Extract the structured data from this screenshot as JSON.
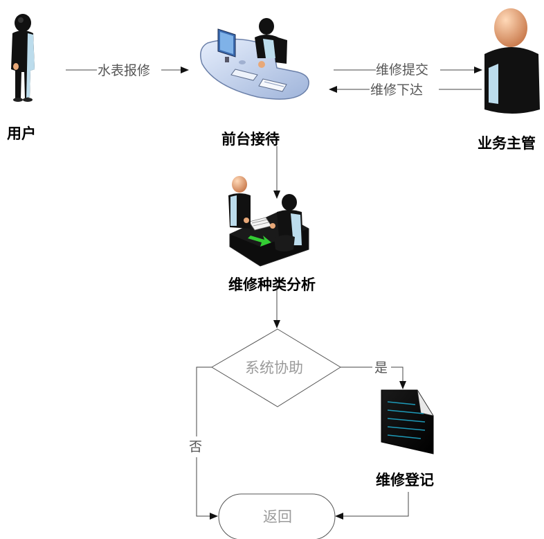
{
  "nodes": {
    "user": {
      "label": "用户"
    },
    "reception": {
      "label": "前台接待"
    },
    "supervisor": {
      "label": "业务主管"
    },
    "analysis": {
      "label": "维修种类分析"
    },
    "decision": {
      "label": "系统协助"
    },
    "register": {
      "label": "维修登记"
    },
    "return": {
      "label": "返回"
    }
  },
  "edges": {
    "report": {
      "label": "水表报修"
    },
    "submit": {
      "label": "维修提交"
    },
    "issue": {
      "label": "维修下达"
    },
    "yes": {
      "label": "是"
    },
    "no": {
      "label": "否"
    }
  },
  "colors": {
    "line": "#444444",
    "skin": "#e8a878",
    "shirt": "#b8d8e8",
    "dark": "#111111",
    "desk": "#c8d8f0",
    "green_arrow": "#33cc33"
  },
  "icons": {
    "user": "standing-person-icon",
    "reception": "reception-desk-icon",
    "supervisor": "manager-avatar-icon",
    "analysis": "meeting-table-icon",
    "register": "document-icon"
  }
}
